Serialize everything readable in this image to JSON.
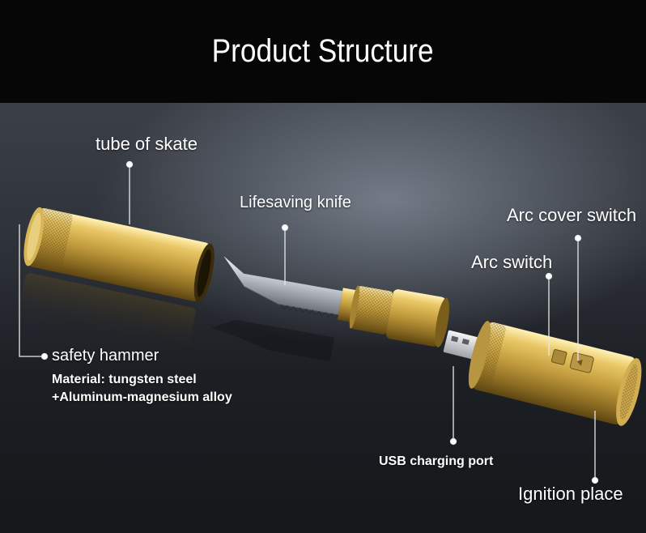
{
  "header": {
    "title": "Product Structure"
  },
  "labels": {
    "tube": "tube of skate",
    "knife": "Lifesaving knife",
    "arc_cover": "Arc cover switch",
    "arc_switch": "Arc switch",
    "hammer": "safety hammer",
    "material_line1": "Material: tungsten steel",
    "material_line2": "+Aluminum-magnesium alloy",
    "usb": "USB charging port",
    "ignition": "Ignition place"
  },
  "colors": {
    "header_bg": "#060606",
    "gold": "#c9a445",
    "text": "#ffffff"
  }
}
